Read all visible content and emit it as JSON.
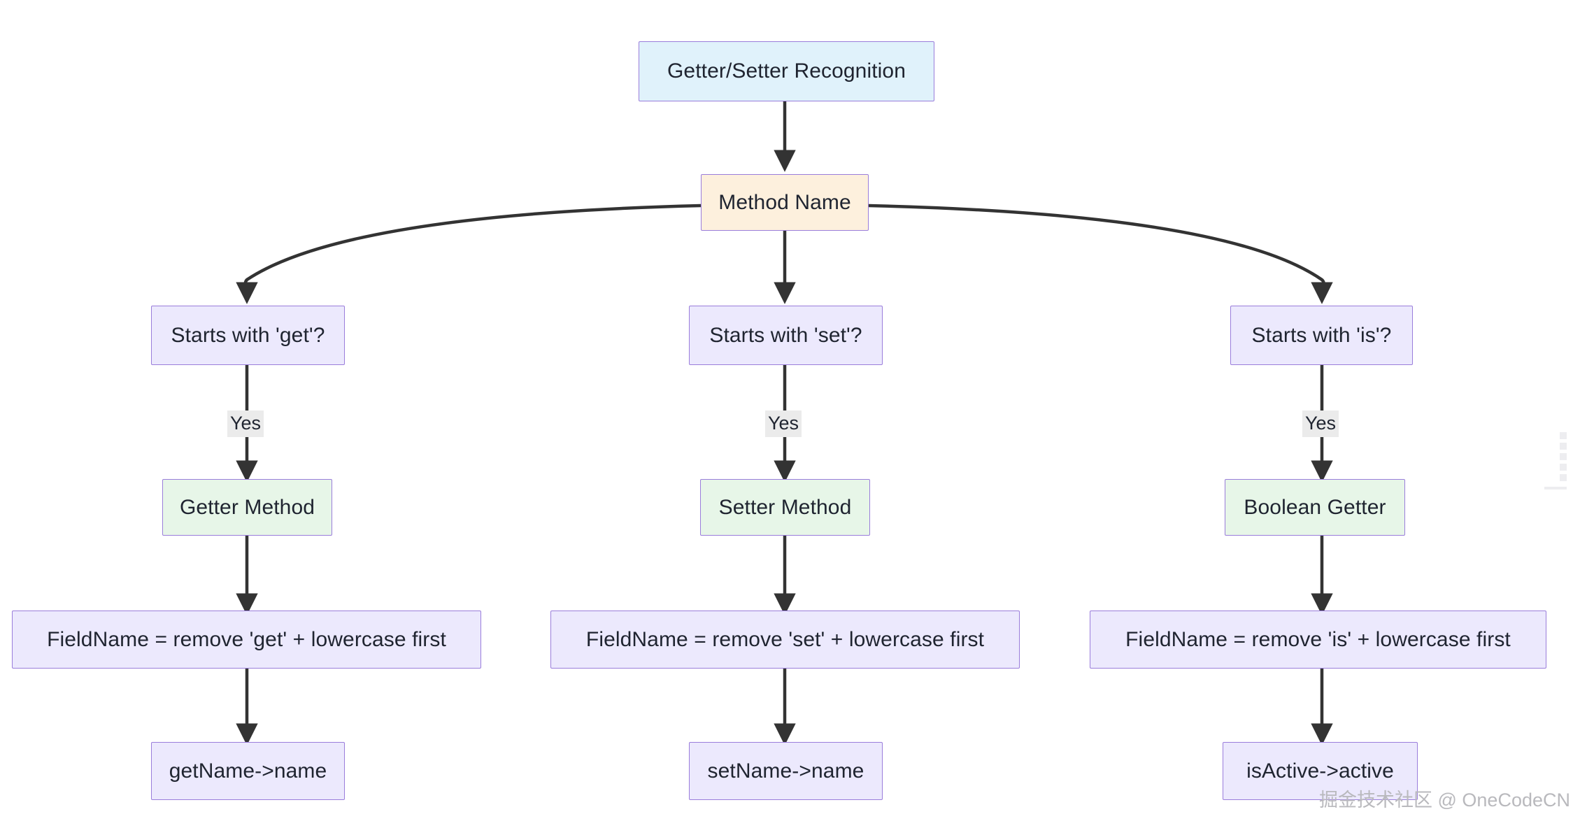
{
  "diagram": {
    "title": "Getter/Setter Recognition",
    "type": "flowchart",
    "direction": "top-down",
    "theme": {
      "node_border": "#9a7ddb",
      "edge_stroke": "#333333",
      "start_fill": "#e0f2fb",
      "pivot_fill": "#fdf0dd",
      "decision_fill": "#ece9fd",
      "result_fill": "#e7f6e8",
      "process_fill": "#ece9fd",
      "label_fill": "#ebebeb",
      "text_color": "#1f2430",
      "background": "#ffffff"
    },
    "nodes": [
      {
        "id": "root",
        "label": "Getter/Setter Recognition"
      },
      {
        "id": "method",
        "label": "Method Name"
      },
      {
        "id": "get_q",
        "label": "Starts with 'get'?"
      },
      {
        "id": "set_q",
        "label": "Starts with 'set'?"
      },
      {
        "id": "is_q",
        "label": "Starts with 'is'?"
      },
      {
        "id": "getter",
        "label": "Getter Method"
      },
      {
        "id": "setter",
        "label": "Setter Method"
      },
      {
        "id": "boolgeт",
        "label": "Boolean Getter"
      },
      {
        "id": "get_rule",
        "label": "FieldName = remove 'get' + lowercase first"
      },
      {
        "id": "set_rule",
        "label": "FieldName = remove 'set' + lowercase first"
      },
      {
        "id": "is_rule",
        "label": "FieldName = remove 'is' + lowercase first"
      },
      {
        "id": "get_ex",
        "label": "getName->name"
      },
      {
        "id": "set_ex",
        "label": "setName->name"
      },
      {
        "id": "is_ex",
        "label": "isActive->active"
      }
    ],
    "edge_labels": {
      "get_yes": "Yes",
      "set_yes": "Yes",
      "is_yes": "Yes"
    },
    "branches": {
      "getter_branch": {
        "question": "Starts with 'get'?",
        "answer": "Yes",
        "kind": "Getter Method",
        "rule": "FieldName = remove 'get' + lowercase first",
        "example": "getName->name"
      },
      "setter_branch": {
        "question": "Starts with 'set'?",
        "answer": "Yes",
        "kind": "Setter Method",
        "rule": "FieldName = remove 'set' + lowercase first",
        "example": "setName->name"
      },
      "boolean_branch": {
        "question": "Starts with 'is'?",
        "answer": "Yes",
        "kind": "Boolean Getter",
        "rule": "FieldName = remove 'is' + lowercase first",
        "example": "isActive->active"
      }
    }
  },
  "watermark": {
    "text": "掘金技术社区 @ OneCodeCN"
  }
}
